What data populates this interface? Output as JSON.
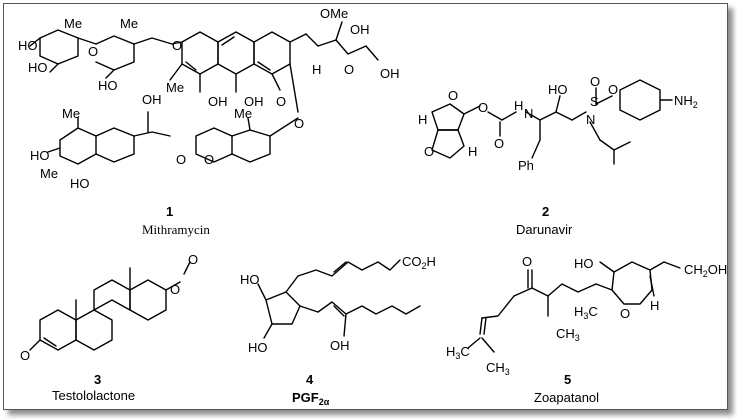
{
  "compounds": [
    {
      "number": "1",
      "name": "Mithramycin"
    },
    {
      "number": "2",
      "name": "Darunavir"
    },
    {
      "number": "3",
      "name": "Testololactone"
    },
    {
      "number": "4",
      "name": "PGF",
      "name_subscript": "2α"
    },
    {
      "number": "5",
      "name": "Zoapatanol"
    }
  ],
  "atom_labels": {
    "ho": "HO",
    "oh": "OH",
    "o": "O",
    "me": "Me",
    "ome": "OMe",
    "h": "H",
    "s": "S",
    "n": "N",
    "nh2": "NH",
    "nh2_sub": "2",
    "hn": "H",
    "ph": "Ph",
    "co2h": "CO",
    "co2h_sub": "2",
    "co2h_end": "H",
    "ch2oh": "CH",
    "ch2oh_sub": "2",
    "ch2oh_end": "OH",
    "ch3": "CH",
    "ch3_sub": "3",
    "h3c": "H",
    "h3c_sub": "3",
    "h3c_end": "C"
  }
}
